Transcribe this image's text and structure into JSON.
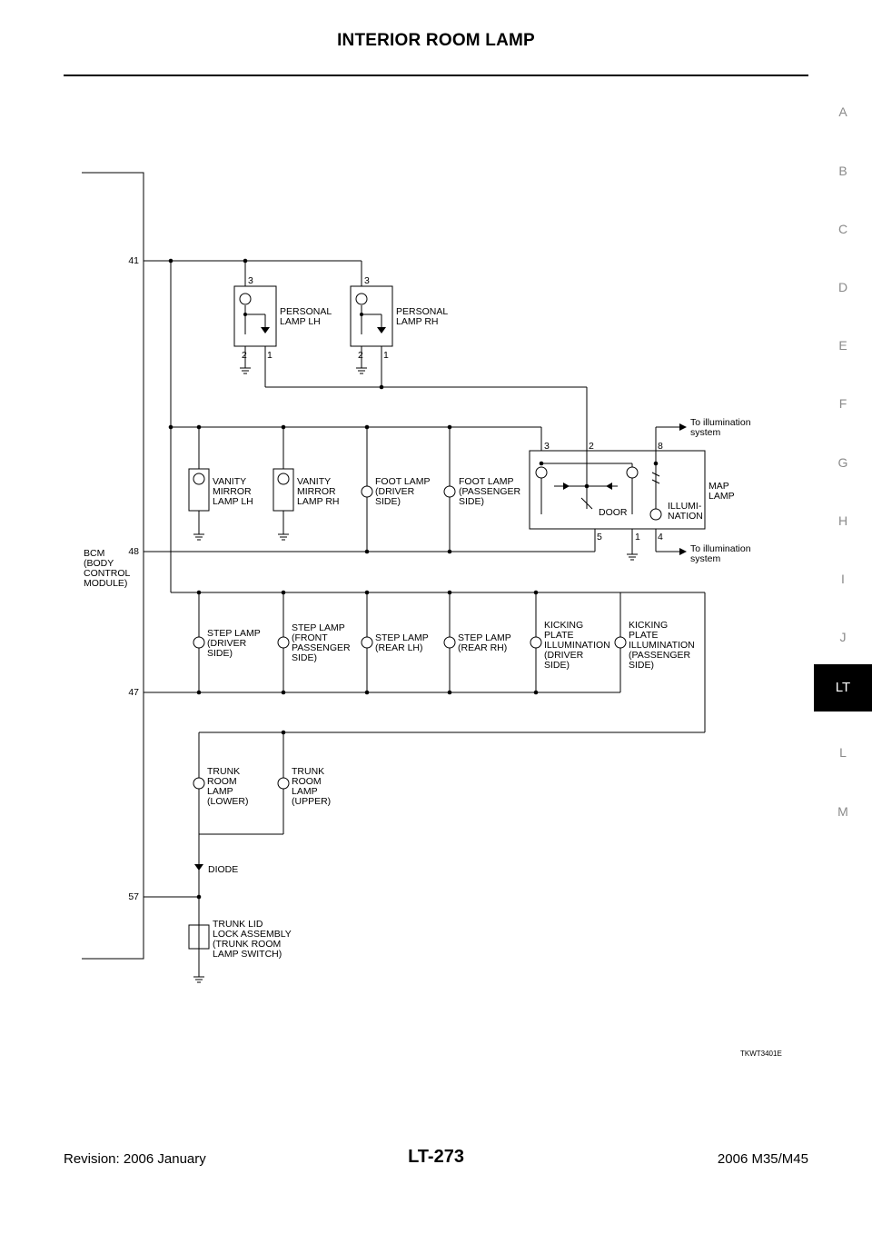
{
  "header": {
    "title": "INTERIOR ROOM LAMP"
  },
  "index_tabs": [
    "A",
    "B",
    "C",
    "D",
    "E",
    "F",
    "G",
    "H",
    "I",
    "J",
    "LT",
    "L",
    "M"
  ],
  "active_tab": "LT",
  "diagram": {
    "bcm_label": [
      "BCM",
      "(BODY",
      "  CONTROL",
      "  MODULE)"
    ],
    "bcm_pins": [
      "41",
      "48",
      "47",
      "57"
    ],
    "personal_lh": {
      "label": [
        "PERSONAL",
        "LAMP LH"
      ],
      "pins": [
        "3",
        "2",
        "1"
      ]
    },
    "personal_rh": {
      "label": [
        "PERSONAL",
        "LAMP RH"
      ],
      "pins": [
        "3",
        "2",
        "1"
      ]
    },
    "illum_top": [
      "To illumination",
      "system"
    ],
    "illum_bottom": [
      "To illumination",
      "system"
    ],
    "vanity_lh": [
      "VANITY",
      "MIRROR",
      "LAMP LH"
    ],
    "vanity_rh": [
      "VANITY",
      "MIRROR",
      "LAMP RH"
    ],
    "foot_driver": [
      "FOOT LAMP",
      "(DRIVER",
      "  SIDE)"
    ],
    "foot_passenger": [
      "FOOT LAMP",
      "(PASSENGER",
      "  SIDE)"
    ],
    "map_lamp": {
      "label": [
        "MAP",
        "LAMP"
      ],
      "door": "DOOR",
      "illumination": [
        "ILLUMI-",
        "NATION"
      ],
      "pins": [
        "3",
        "2",
        "8",
        "5",
        "1",
        "4"
      ]
    },
    "step_driver": [
      "STEP LAMP",
      "(DRIVER",
      "  SIDE)"
    ],
    "step_front_passenger": [
      "STEP LAMP",
      "(FRONT",
      "  PASSENGER",
      "  SIDE)"
    ],
    "step_rear_lh": [
      "STEP LAMP",
      "(REAR LH)"
    ],
    "step_rear_rh": [
      "STEP LAMP",
      "(REAR RH)"
    ],
    "kick_driver": [
      "KICKING",
      "PLATE",
      "ILLUMINATION",
      "(DRIVER",
      "  SIDE)"
    ],
    "kick_passenger": [
      "KICKING",
      "PLATE",
      "ILLUMINATION",
      "(PASSENGER",
      "  SIDE)"
    ],
    "trunk_lower": [
      "TRUNK",
      "ROOM",
      "LAMP",
      "(LOWER)"
    ],
    "trunk_upper": [
      "TRUNK",
      "ROOM",
      "LAMP",
      "(UPPER)"
    ],
    "diode": "DIODE",
    "trunk_lid": [
      "TRUNK LID",
      "LOCK ASSEMBLY",
      "(TRUNK ROOM",
      "  LAMP SWITCH)"
    ],
    "figure_code": "TKWT3401E"
  },
  "footer": {
    "revision": "Revision: 2006 January",
    "page": "LT-273",
    "model": "2006 M35/M45"
  }
}
